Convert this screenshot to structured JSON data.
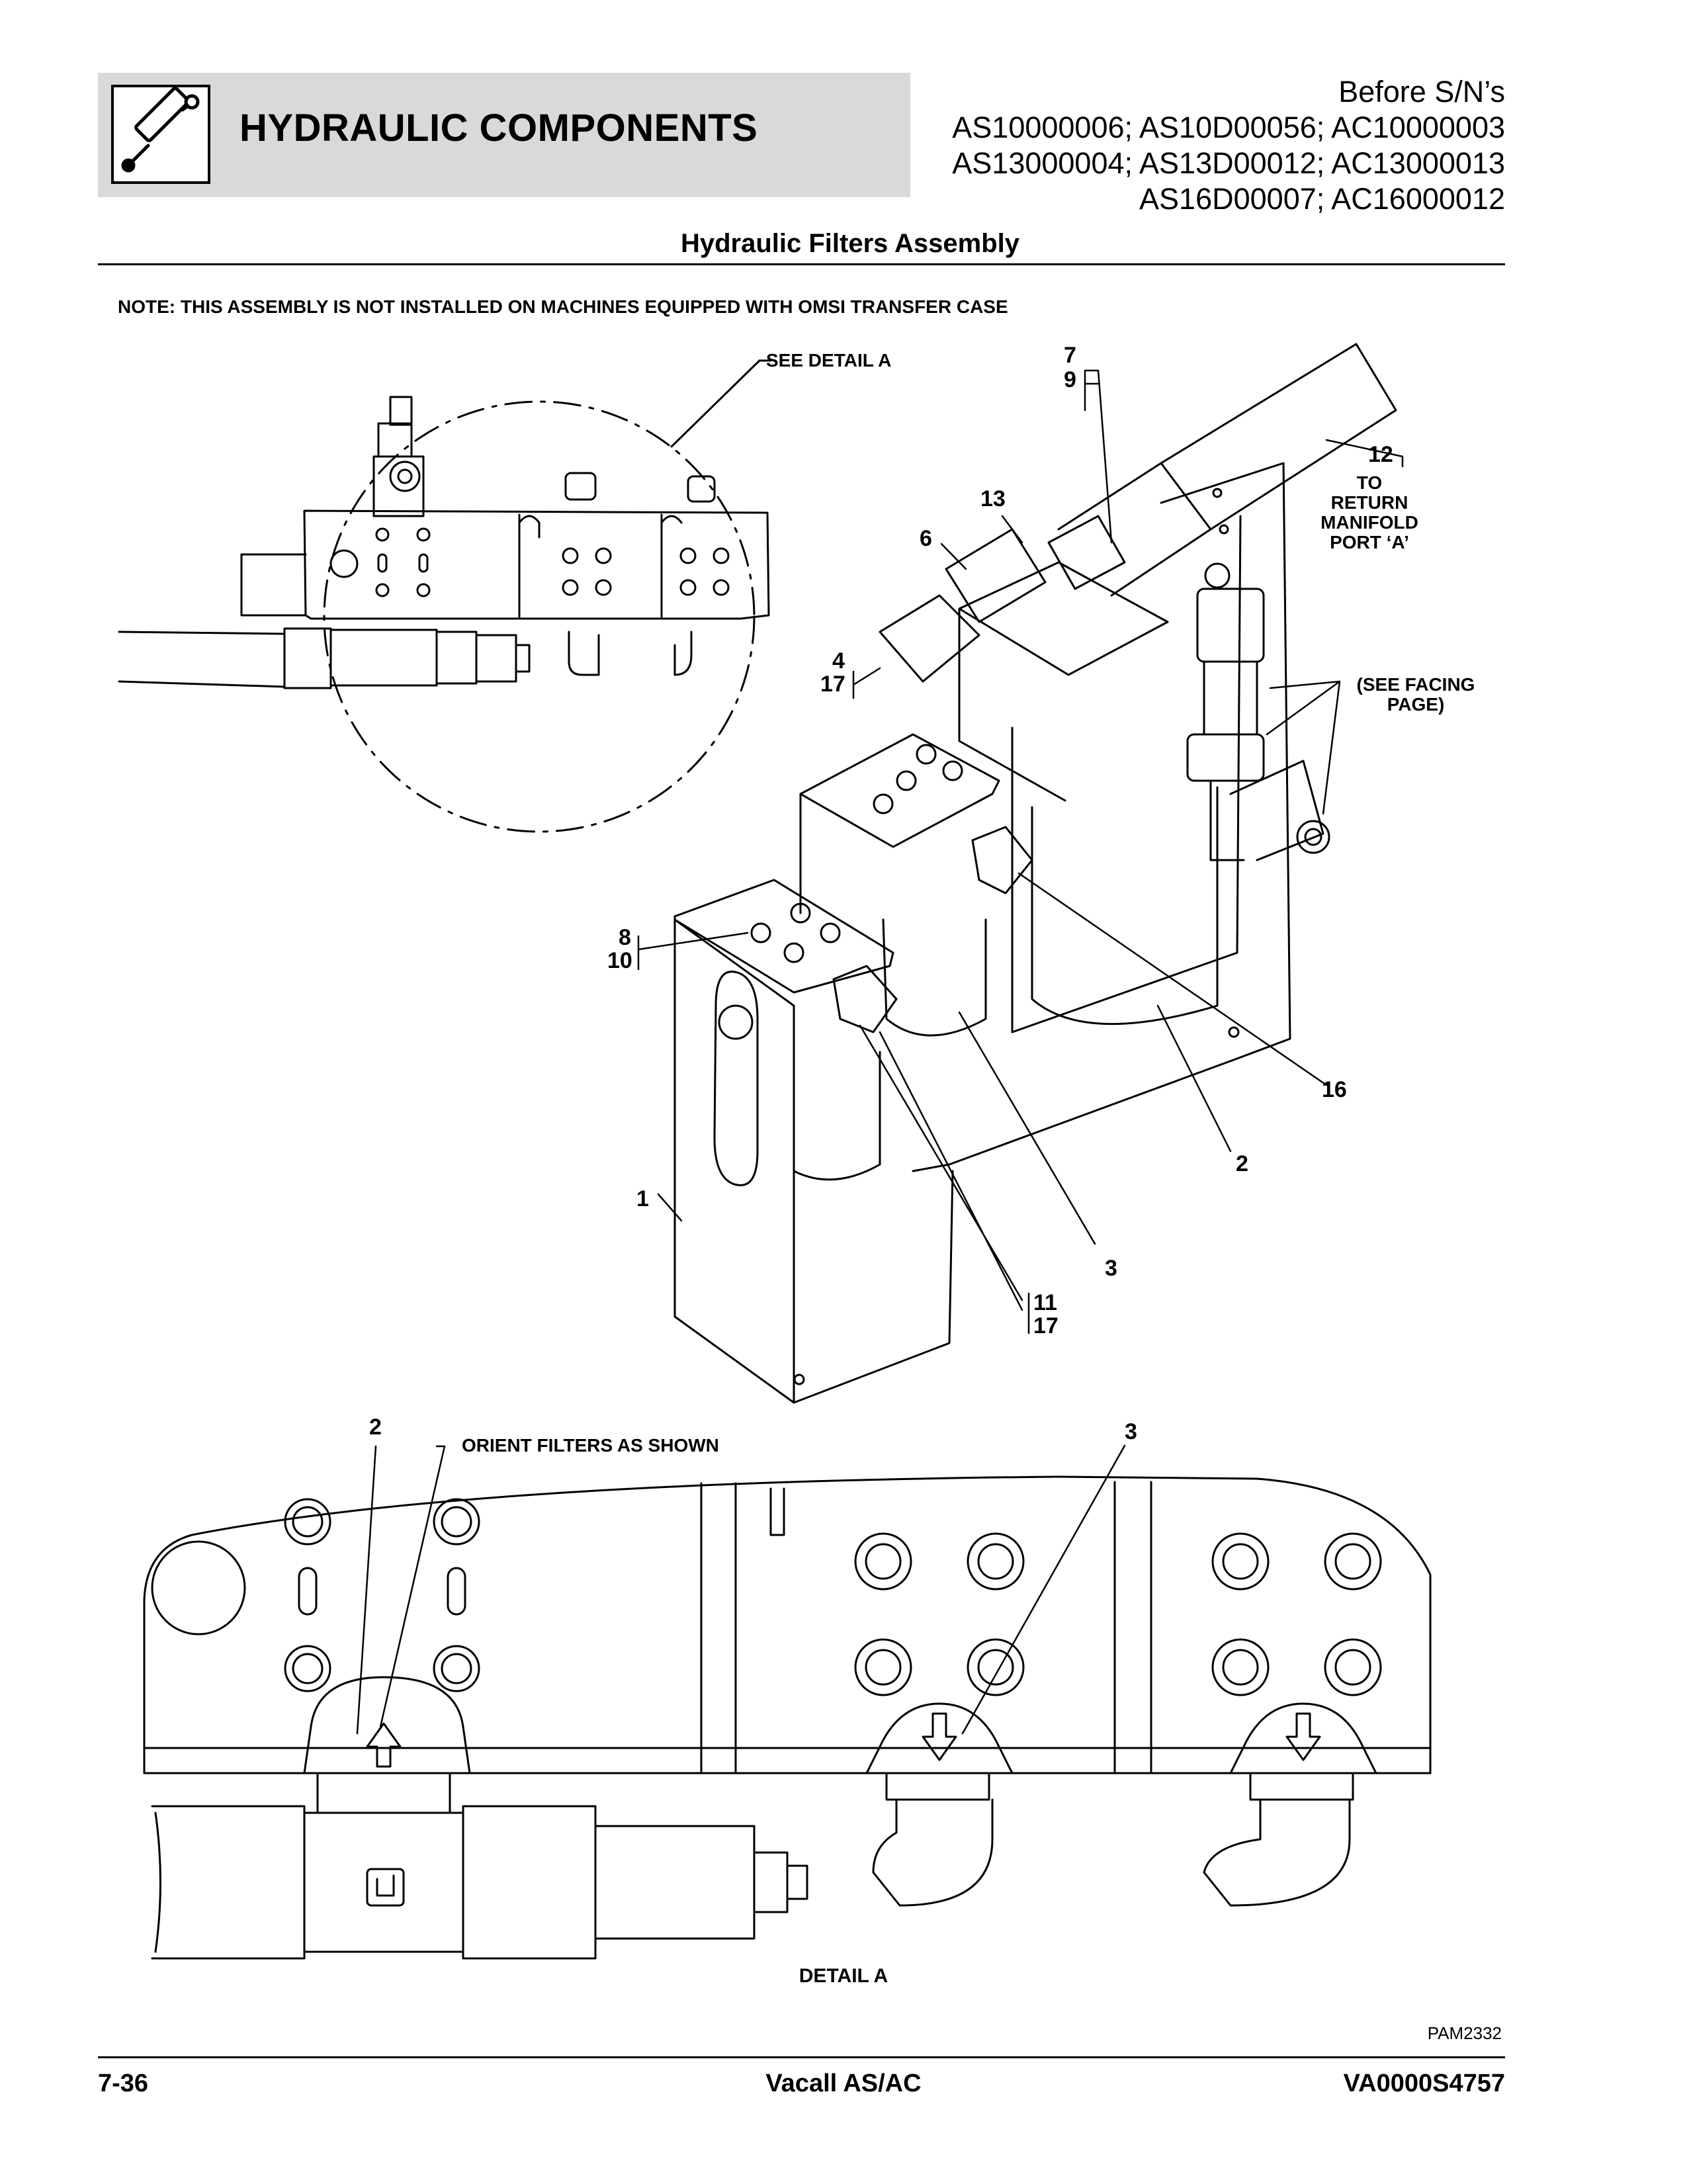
{
  "header": {
    "section_title": "HYDRAULIC COMPONENTS",
    "icon": "hydraulic-cylinder-icon",
    "serials": [
      "Before S/N’s",
      "AS10000006; AS10D00056; AC10000003",
      "AS13000004; AS13D00012; AC13000013",
      "AS16D00007; AC16000012"
    ]
  },
  "page_heading": "Hydraulic Filters Assembly",
  "note": "NOTE: THIS ASSEMBLY IS NOT INSTALLED ON MACHINES EQUIPPED WITH OMSI TRANSFER CASE",
  "callouts": {
    "see_detail_a": "SEE DETAIL A",
    "item_7": "7",
    "item_9": "9",
    "item_12": "12",
    "return_line_1": "TO RETURN",
    "return_line_2": "MANIFOLD",
    "return_line_3": "PORT ‘A’",
    "item_13": "13",
    "item_6": "6",
    "item_4": "4",
    "item_17a": "17",
    "see_facing_1": "(SEE FACING",
    "see_facing_2": "PAGE)",
    "item_8": "8",
    "item_10": "10",
    "item_16": "16",
    "item_2": "2",
    "item_1": "1",
    "item_3": "3",
    "item_11": "11",
    "item_17b": "17",
    "detail_item_2": "2",
    "orient_filters": "ORIENT FILTERS AS SHOWN",
    "detail_item_3": "3"
  },
  "detail_label": "DETAIL A",
  "drawing_id": "PAM2332",
  "footer": {
    "page_number": "7-36",
    "manual_title": "Vacall AS/AC",
    "doc_number": "VA0000S4757"
  }
}
